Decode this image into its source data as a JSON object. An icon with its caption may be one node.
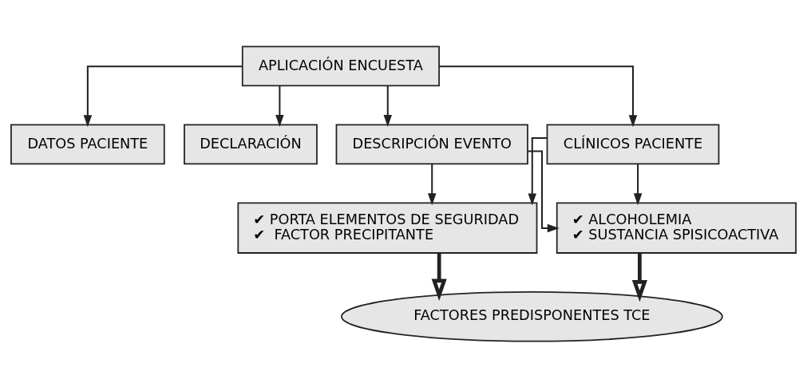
{
  "diagram": {
    "nodes": [
      {
        "text": [
          "APLICACIÓN ENCUESTA"
        ]
      },
      {
        "text": [
          "DATOS PACIENTE"
        ]
      },
      {
        "text": [
          "DECLARACIÓN"
        ]
      },
      {
        "text": [
          "DESCRIPCIÓN EVENTO"
        ]
      },
      {
        "text": [
          "CLÍNICOS PACIENTE"
        ]
      },
      {
        "text": [
          "✔ PORTA ELEMENTOS DE SEGURIDAD",
          "✔  FACTOR PRECIPITANTE"
        ]
      },
      {
        "text": [
          "✔ ALCOHOLEMIA",
          "✔ SUSTANCIA SPISICOACTIVA"
        ]
      },
      {
        "text": [
          "FACTORES PREDISPONENTES TCE"
        ]
      }
    ],
    "edges": [
      {
        "from": 0,
        "to": 1,
        "arrow": "to"
      },
      {
        "from": 0,
        "to": 2,
        "arrow": "to"
      },
      {
        "from": 0,
        "to": 3,
        "arrow": "to"
      },
      {
        "from": 0,
        "to": 4,
        "arrow": "to"
      },
      {
        "from": 3,
        "to": 5,
        "arrow": "to"
      },
      {
        "from": 3,
        "to": 6,
        "arrow": "to"
      },
      {
        "from": 4,
        "to": 5,
        "arrow": "to"
      },
      {
        "from": 4,
        "to": 6,
        "arrow": "to"
      },
      {
        "from": 5,
        "to": 7,
        "arrow": "to",
        "style": "thick"
      },
      {
        "from": 6,
        "to": 7,
        "arrow": "to",
        "style": "thick"
      }
    ]
  }
}
